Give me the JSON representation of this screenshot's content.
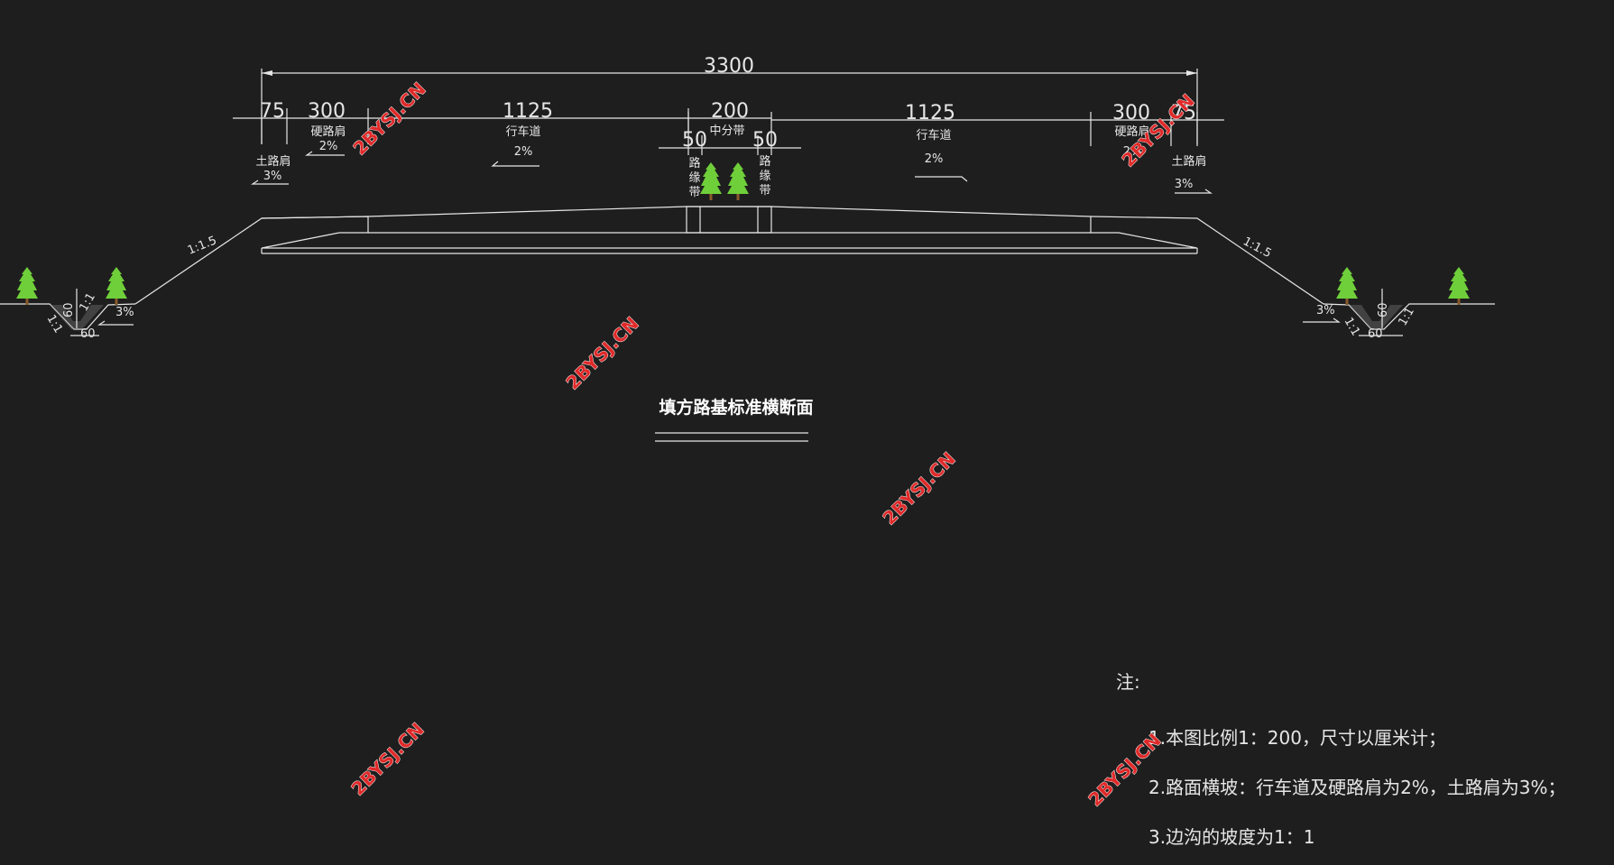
{
  "dimensions": {
    "total": "3300",
    "left_earth_shoulder": "75",
    "left_hard_shoulder": "300",
    "left_carriageway": "1125",
    "median": "200",
    "median_left_strip": "50",
    "median_right_strip": "50",
    "right_carriageway": "1125",
    "right_hard_shoulder": "300",
    "right_earth_shoulder": "75",
    "ditch_depth": "60",
    "ditch_width": "60"
  },
  "labels": {
    "hard_shoulder": "硬路肩",
    "earth_shoulder": "土路肩",
    "carriageway": "行车道",
    "median": "中分带",
    "marginal_strip_chars": [
      "路",
      "缘",
      "带"
    ]
  },
  "slopes": {
    "pavement": "2%",
    "earth_shoulder": "3%",
    "embankment": "1:1.5",
    "ditch_side": "1:1",
    "berm": "3%"
  },
  "title": "填方路基标准横断面",
  "notes": {
    "heading": "注:",
    "items": [
      "1.本图比例1：200，尺寸以厘米计；",
      "2.路面横坡：行车道及硬路肩为2%，土路肩为3%；",
      "3.边沟的坡度为1：1"
    ]
  },
  "watermark": "2BYSJ.CN",
  "colors": {
    "background": "#1e1e1e",
    "lines": "#e6e6e6",
    "watermark": "#e02a2a",
    "trees": "#6fcf3a"
  }
}
